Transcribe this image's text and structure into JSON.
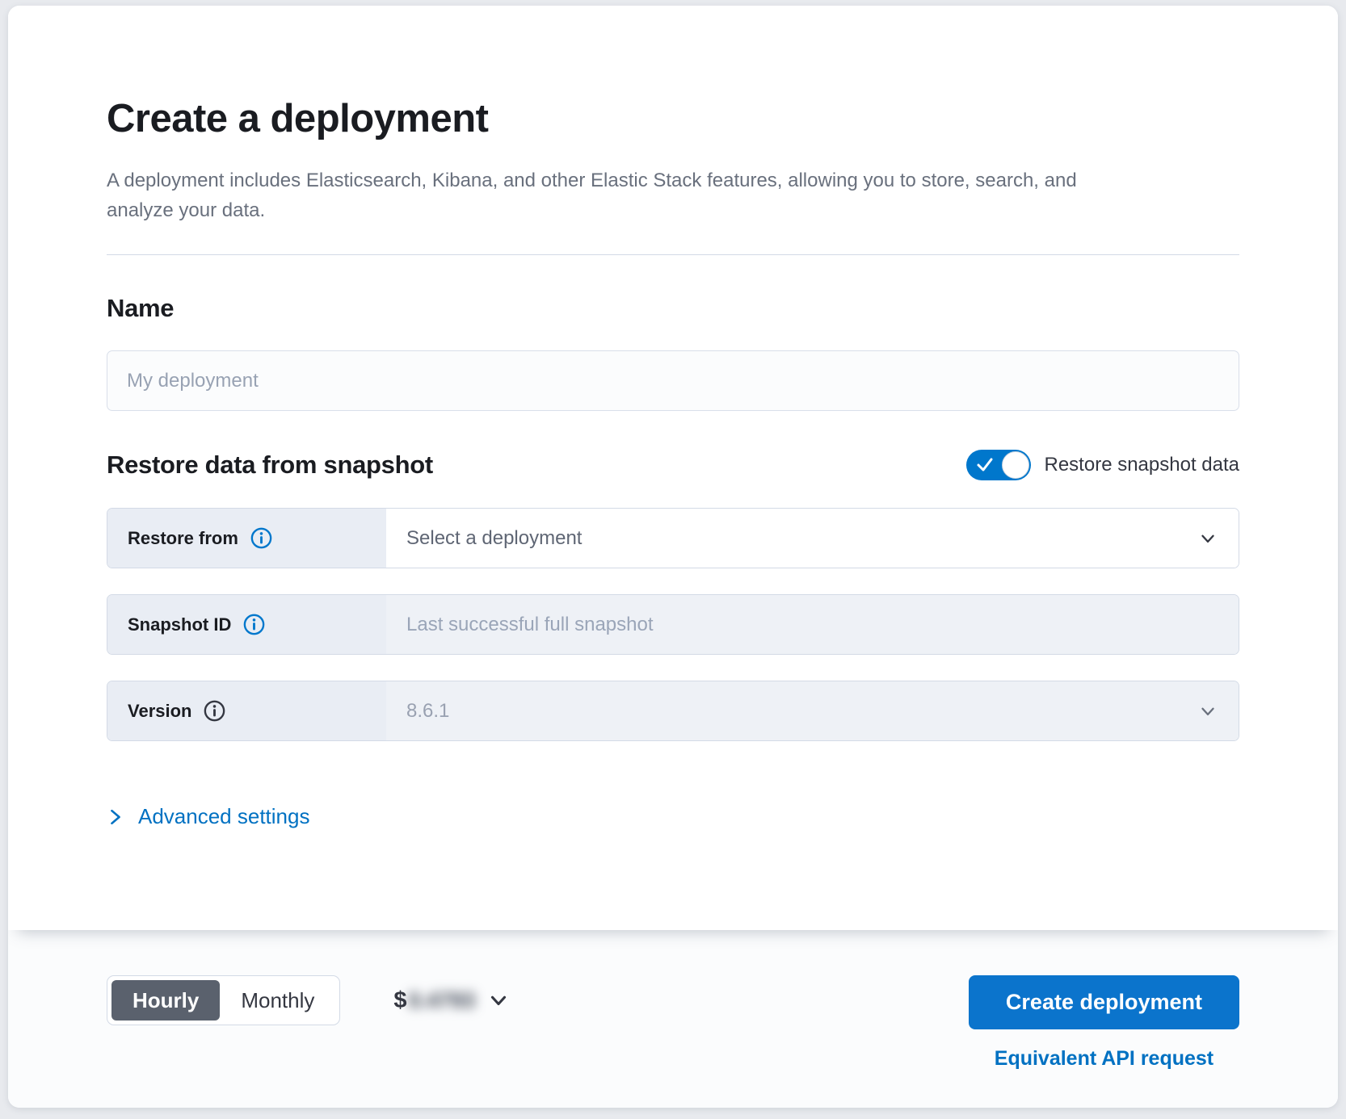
{
  "page": {
    "title": "Create a deployment",
    "subtitle": "A deployment includes Elasticsearch, Kibana, and other Elastic Stack features, allowing you to store, search, and analyze your data."
  },
  "name_section": {
    "heading": "Name",
    "input_placeholder": "My deployment",
    "input_value": ""
  },
  "restore_section": {
    "heading": "Restore data from snapshot",
    "toggle_label": "Restore snapshot data",
    "toggle_state": "on",
    "rows": [
      {
        "label": "Restore from",
        "icon": "info-icon",
        "value": "Select a deployment",
        "control": "select"
      },
      {
        "label": "Snapshot ID",
        "icon": "info-icon",
        "placeholder": "Last successful full snapshot",
        "value": "",
        "control": "input"
      },
      {
        "label": "Version",
        "icon": "info-icon",
        "value": "8.6.1",
        "control": "select-disabled"
      }
    ]
  },
  "advanced_settings": {
    "label": "Advanced settings",
    "icon": "chevron-right-icon"
  },
  "footer": {
    "billing_toggle": {
      "hourly_label": "Hourly",
      "monthly_label": "Monthly",
      "selected": "Hourly"
    },
    "price": {
      "currency": "$",
      "amount": "0.4793",
      "blurred": true,
      "icon": "chevron-down-icon"
    },
    "create_button_label": "Create deployment",
    "api_link_label": "Equivalent API request"
  },
  "colors": {
    "toggle_on": "#0077cc",
    "primary_button": "#0b74cc",
    "link_blue": "#0071c2",
    "selected_segment": "#5a616d",
    "row_label_bg": "#e9edf4",
    "disabled_value_bg": "#eef1f6"
  }
}
